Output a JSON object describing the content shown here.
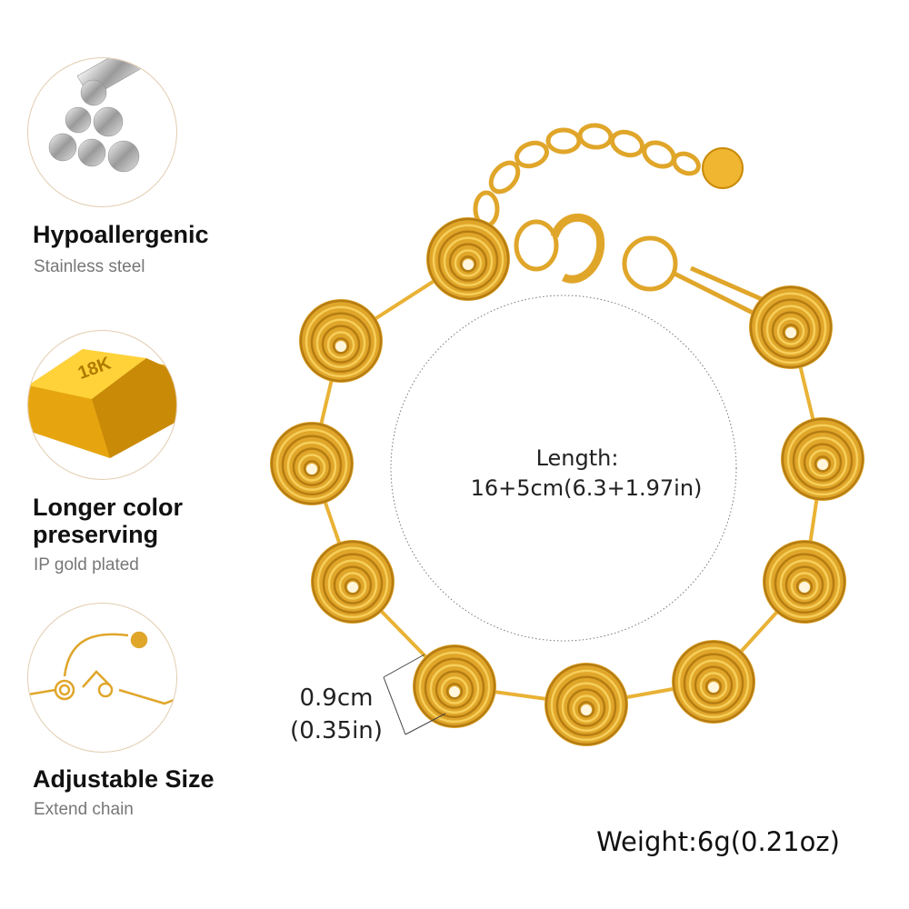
{
  "features": [
    {
      "icon": "steel-rods-icon",
      "title": "Hypoallergenic",
      "subtitle": "Stainless steel"
    },
    {
      "icon": "gold-bar-icon",
      "title_line1": "Longer color",
      "title_line2": "preserving",
      "subtitle": "IP gold plated",
      "bar_label": "18K"
    },
    {
      "icon": "bracelet-chain-icon",
      "title": "Adjustable Size",
      "subtitle": "Extend chain"
    }
  ],
  "specs": {
    "length_label": "Length:",
    "length_value": "16+5cm(6.3+1.97in)",
    "width_cm": "0.9cm",
    "width_in": "(0.35in)",
    "weight": "Weight:6g(0.21oz)"
  },
  "colors": {
    "gold": "#e0a62a",
    "gold_light": "#f6cf5a",
    "gold_dark": "#b57c12",
    "circle_border": "#e2cdb0"
  }
}
